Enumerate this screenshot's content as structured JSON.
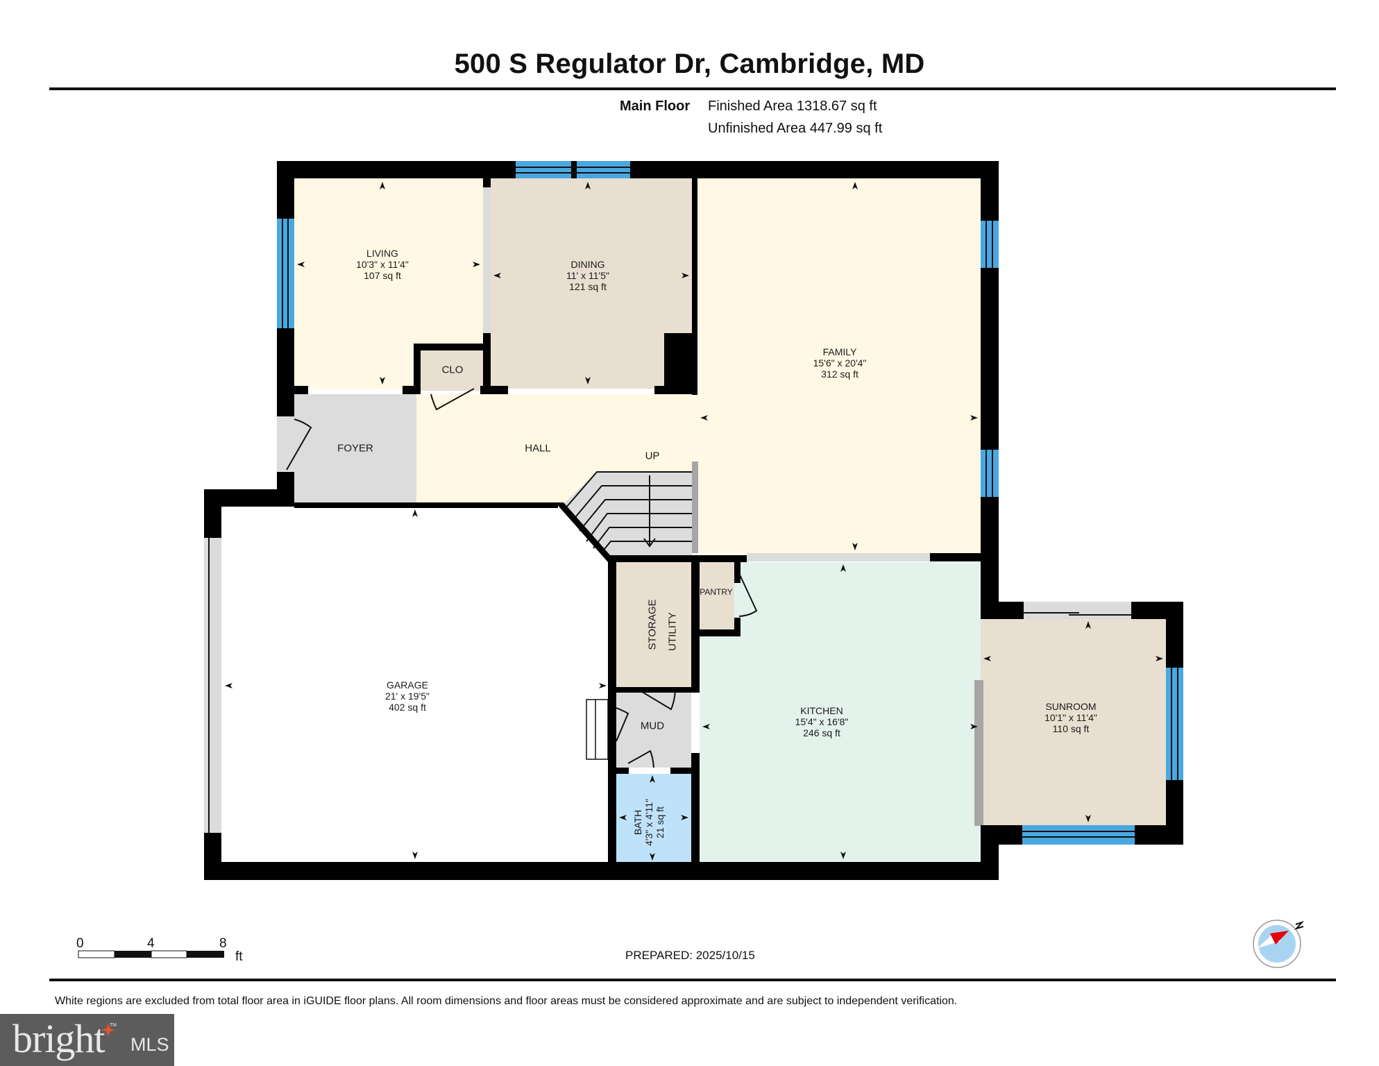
{
  "header": {
    "title": "500 S Regulator Dr, Cambridge, MD",
    "floor_label": "Main Floor",
    "finished_area": "Finished Area 1318.67 sq ft",
    "unfinished_area": "Unfinished Area 447.99 sq ft"
  },
  "colors": {
    "wall": "#000000",
    "window": "#4aa8e0",
    "living": "#fff8e4",
    "dining": "#e8dfd0",
    "family": "#fff8e4",
    "hall": "#fff8e4",
    "foyer": "#dcdcdc",
    "kitchen": "#e4f2ec",
    "bath": "#bfe2fb",
    "storage": "#e8dfd0",
    "sunroom": "#e8dfd0",
    "garage": "#ffffff",
    "opening": "#dcdcdc",
    "railing": "#a6a6a6"
  },
  "rooms": {
    "living": {
      "name": "LIVING",
      "dims": "10'3\" x 11'4\"",
      "area": "107 sq ft"
    },
    "dining": {
      "name": "DINING",
      "dims": "11' x 11'5\"",
      "area": "121 sq ft"
    },
    "family": {
      "name": "FAMILY",
      "dims": "15'6\" x 20'4\"",
      "area": "312 sq ft"
    },
    "garage": {
      "name": "GARAGE",
      "dims": "21' x 19'5\"",
      "area": "402 sq ft"
    },
    "kitchen": {
      "name": "KITCHEN",
      "dims": "15'4\" x 16'8\"",
      "area": "246 sq ft"
    },
    "sunroom": {
      "name": "SUNROOM",
      "dims": "10'1\" x 11'4\"",
      "area": "110 sq ft"
    },
    "bath": {
      "name": "BATH",
      "dims": "4'3\" x 4'11\"",
      "area": "21 sq ft"
    }
  },
  "labels": {
    "closet": "CLO",
    "foyer": "FOYER",
    "hall": "HALL",
    "stairs": "UP",
    "pantry": "PANTRY",
    "storage": "STORAGE",
    "utility": "UTILITY",
    "mud": "MUD"
  },
  "scale_bar": {
    "ticks": [
      "0",
      "4",
      "8"
    ],
    "unit": "ft"
  },
  "footer": {
    "prepared": "PREPARED: 2025/10/15",
    "compass_label": "N",
    "disclaimer": "White regions are excluded from total floor area in iGUIDE floor plans. All room dimensions and floor areas must be considered approximate and are subject to independent verification.",
    "logo_word": "bright",
    "logo_suffix": "MLS",
    "logo_tm": "TM"
  }
}
